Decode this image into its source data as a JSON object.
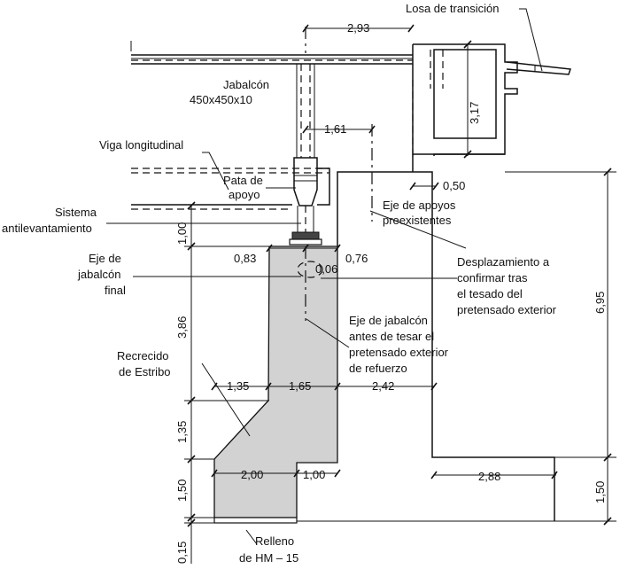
{
  "labels": {
    "losa": "Losa de transición",
    "jabalcon_1": "Jabalcón",
    "jabalcon_2": "450x450x10",
    "viga": "Viga longitudinal",
    "pata_1": "Pata de",
    "pata_2": "apoyo",
    "sistema_1": "Sistema",
    "sistema_2": "antilevantamiento",
    "eje_final_1": "Eje de",
    "eje_final_2": "jabalcón",
    "eje_final_3": "final",
    "recrecido_1": "Recrecido",
    "recrecido_2": "de Estribo",
    "relleno_1": "Relleno",
    "relleno_2": "de HM – 15",
    "eje_apoyos_1": "Eje de apoyos",
    "eje_apoyos_2": "preexistentes",
    "desplazamiento_1": "Desplazamiento a",
    "desplazamiento_2": "confirmar tras",
    "desplazamiento_3": "el tesado del",
    "desplazamiento_4": "pretensado exterior",
    "eje_antes_1": "Eje de jabalcón",
    "eje_antes_2": "antes de tesar el",
    "eje_antes_3": "pretensado exterior",
    "eje_antes_4": "de refuerzo"
  },
  "dimensions": {
    "d293": "2,93",
    "d317": "3,17",
    "d161": "1,61",
    "d050": "0,50",
    "d083": "0,83",
    "d076": "0,76",
    "d006": "0,06",
    "d135h": "1,35",
    "d165": "1,65",
    "d242": "2,42",
    "d200": "2,00",
    "d100h": "1,00",
    "d288": "2,88",
    "d100v": "1,00",
    "d386": "3,86",
    "d135v": "1,35",
    "d150v": "1,50",
    "d015": "0,15",
    "d695": "6,95",
    "d150r": "1,50"
  }
}
